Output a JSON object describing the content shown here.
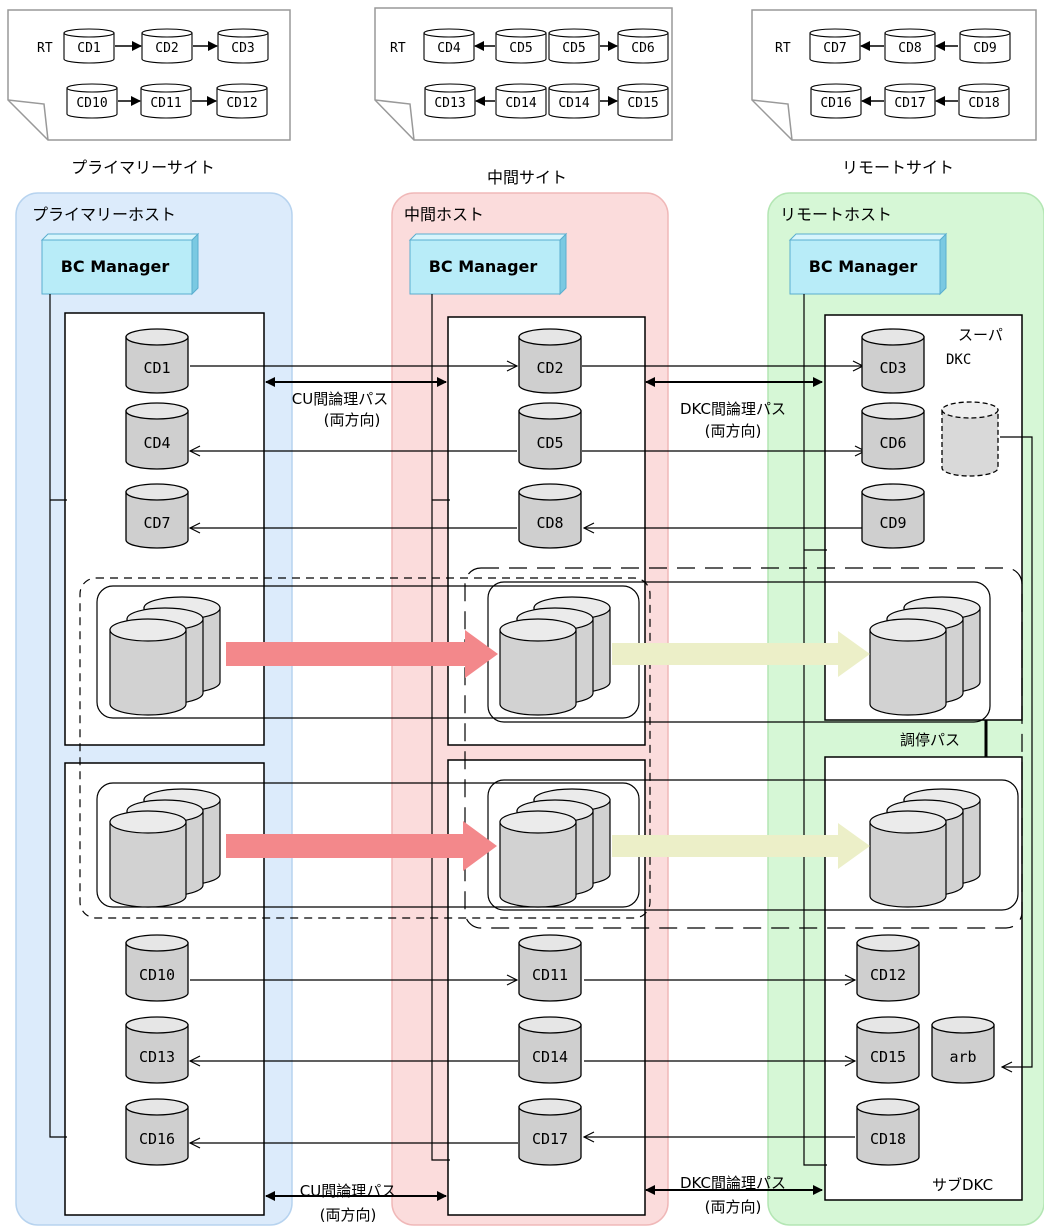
{
  "site_labels": {
    "primary": "プライマリーサイト",
    "middle": "中間サイト",
    "remote": "リモートサイト"
  },
  "host_labels": {
    "primary": "プライマリーホスト",
    "middle": "中間ホスト",
    "remote": "リモートホスト"
  },
  "bc_manager": "BC Manager",
  "rt_label": "RT",
  "route_tables": {
    "primary": {
      "row1": [
        "CD1",
        "CD2",
        "CD3"
      ],
      "row2": [
        "CD10",
        "CD11",
        "CD12"
      ]
    },
    "middle": {
      "row1": [
        "CD4",
        "CD5",
        "CD5",
        "CD6"
      ],
      "row2": [
        "CD13",
        "CD14",
        "CD14",
        "CD15"
      ]
    },
    "remote": {
      "row1": [
        "CD7",
        "CD8",
        "CD9"
      ],
      "row2": [
        "CD16",
        "CD17",
        "CD18"
      ]
    }
  },
  "volumes": {
    "primary": [
      "CD1",
      "CD4",
      "CD7",
      "CD10",
      "CD13",
      "CD16"
    ],
    "middle": [
      "CD2",
      "CD5",
      "CD8",
      "CD11",
      "CD14",
      "CD17"
    ],
    "remote": [
      "CD3",
      "CD6",
      "CD9",
      "CD12",
      "CD15",
      "CD18"
    ],
    "arb": "arb"
  },
  "path_labels": {
    "cu_path": "CU間論理パス",
    "dkc_path": "DKC間論理パス",
    "bidirectional": "(両方向)",
    "arbitration": "調停パス"
  },
  "dkc_labels": {
    "super": "スーパ",
    "dkc": "DKC",
    "sub": "サブDKC"
  },
  "colors": {
    "primary_site_bg": "#dcebfb",
    "middle_site_bg": "#fbdcdc",
    "remote_site_bg": "#d6f7d6",
    "bc_manager_fill": "#b8ecf8",
    "red_arrow": "#f3888b",
    "yellow_arrow": "#ecefc8",
    "cylinder_gray": "#cfcfcf"
  }
}
